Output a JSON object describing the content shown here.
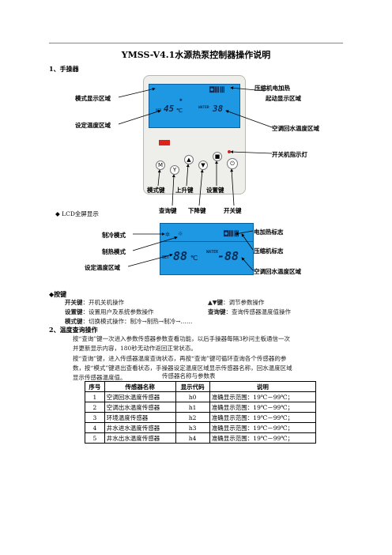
{
  "title": "YMSS-V4.1水源热泵控制器操作说明",
  "section1": "1、手操器",
  "controller_labels": {
    "mode_display": "模式显示区域",
    "compressor_heater": "压缩机电加热",
    "start_display": "起动显示区域",
    "set_temp": "设定温度区域",
    "return_water": "空调回水温度区域",
    "power_indicator": "开关机指示灯",
    "mode_key": "模式键",
    "up_key": "上升键",
    "set_key": "设置键",
    "query_key": "查询键",
    "down_key": "下降键",
    "power_key": "开关键"
  },
  "lcd1": {
    "set_value": "45",
    "unit": "℃",
    "water_label": "WATER",
    "water_value": "38",
    "set_tag": "SET"
  },
  "lcd_full_heading": "LCD全屏显示",
  "lcd_full_labels": {
    "cooling_mode": "制冷模式",
    "heating_mode": "制热模式",
    "set_temp": "设定温度区域",
    "heater_mark": "电加热标志",
    "compressor_mark": "压缩机标志",
    "return_water": "空调回水温度区域"
  },
  "lcd2": {
    "set_value": "88",
    "unit": "℃",
    "water_label": "WATER",
    "water_value": "-88",
    "set_tag": "SET"
  },
  "keys_heading": "◆按键",
  "keys": [
    {
      "name": "开关键",
      "desc": "开机关机操作"
    },
    {
      "name": "▲▼键",
      "desc": "调节参数操作"
    },
    {
      "name": "设置键",
      "desc": "设置用户及系统参数操作"
    },
    {
      "name": "查询键",
      "desc": "查询传感器温度值操作"
    },
    {
      "name": "模式键",
      "desc": "切换模式操作：制冷→制热→制冷→……"
    }
  ],
  "section2": "2、温度查询操作",
  "paragraphs": [
    "按“查询”键一次进入参数传感器参数查看功能，以后手操器每隔3秒问主板通信一次",
    "并更新显示内容，180秒无动作返回正常状态。",
    "按“查询”键，进入传感器温度查询状态，再按“查询”键可循环查询各个传感器的参",
    "数，按“模式”键退出查看状态，手操器设定温度区域显示传感器名称，回水温度区域",
    "显示传感器温度值。"
  ],
  "table_caption": "传感器名称与参数表",
  "table_headers": [
    "序号",
    "传感器名称",
    "显示代码",
    "说明"
  ],
  "table_rows": [
    [
      "1",
      "空调回水温度传感器",
      "h0",
      "准确显示范围：19℃－99℃；"
    ],
    [
      "2",
      "空调出水温度传感器",
      "h1",
      "准确显示范围：19℃－99℃；"
    ],
    [
      "3",
      "环境温度传感器",
      "h2",
      "准确显示范围：19℃－99℃；"
    ],
    [
      "4",
      "井水进水温度传感器",
      "h3",
      "准确显示范围：19℃－99℃；"
    ],
    [
      "5",
      "井水出水温度传感器",
      "h4",
      "准确显示范围：19℃－99℃；"
    ]
  ]
}
